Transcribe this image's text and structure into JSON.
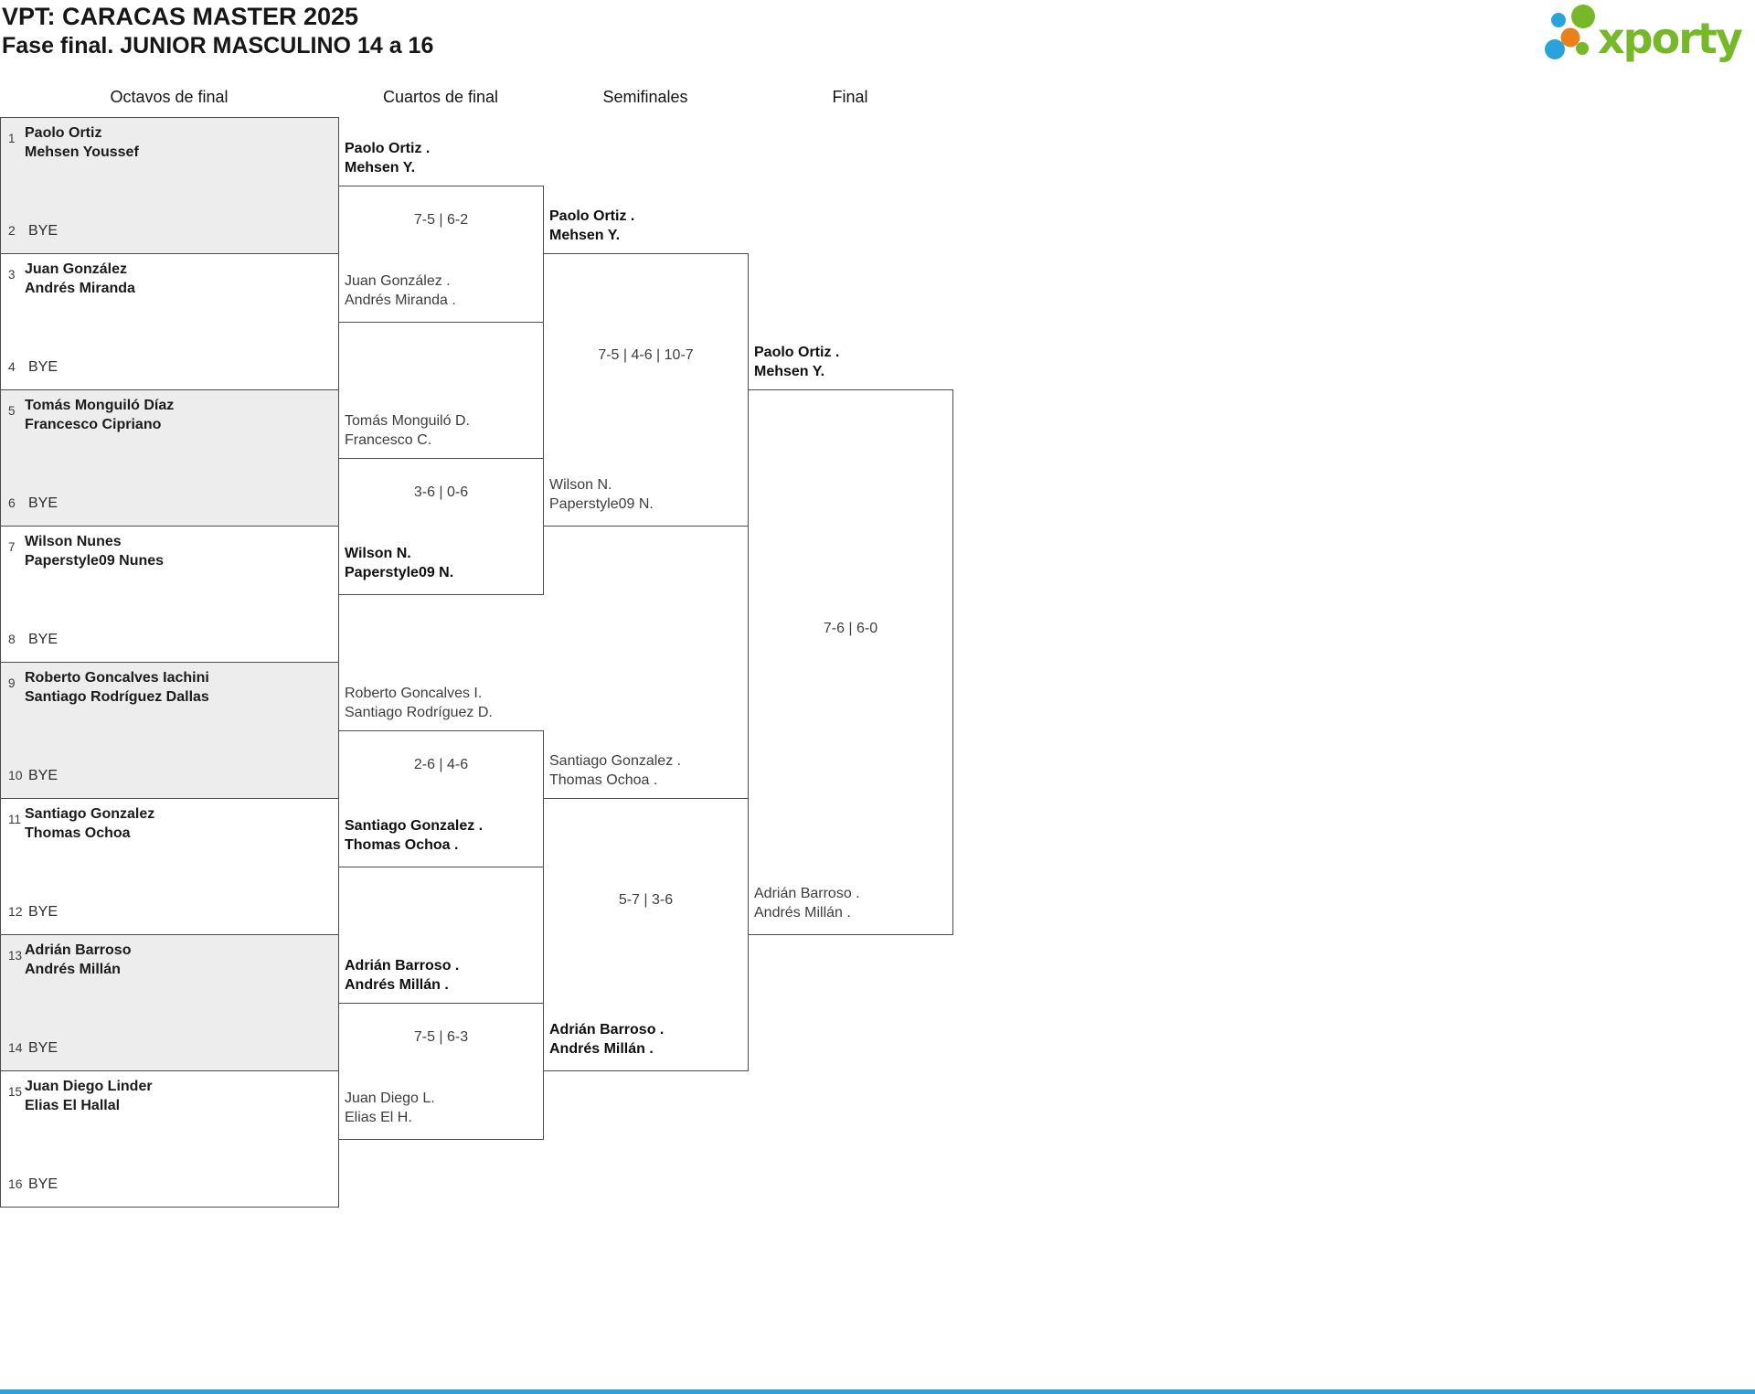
{
  "header": {
    "title": "VPT: CARACAS MASTER 2025",
    "subtitle": "Fase final. JUNIOR MASCULINO 14 a 16"
  },
  "logo": {
    "text": "xporty",
    "colors": {
      "green": "#76b82a",
      "blue": "#29a4db",
      "orange": "#e8811c"
    }
  },
  "rounds_headers": [
    "Octavos de final",
    "Cuartos de final",
    "Semifinales",
    "Final"
  ],
  "bracket": {
    "octavos": [
      {
        "seed": "1",
        "team_lines": [
          "Paolo Ortiz",
          "Mehsen Youssef"
        ],
        "bye": {
          "seed": "2",
          "label": "BYE"
        },
        "shaded": true
      },
      {
        "seed": "3",
        "team_lines": [
          "Juan González",
          "Andrés Miranda"
        ],
        "bye": {
          "seed": "4",
          "label": "BYE"
        },
        "shaded": false
      },
      {
        "seed": "5",
        "team_lines": [
          "Tomás Monguiló Díaz",
          "Francesco Cipriano"
        ],
        "bye": {
          "seed": "6",
          "label": "BYE"
        },
        "shaded": true
      },
      {
        "seed": "7",
        "team_lines": [
          "Wilson Nunes",
          "Paperstyle09 Nunes"
        ],
        "bye": {
          "seed": "8",
          "label": "BYE"
        },
        "shaded": false
      },
      {
        "seed": "9",
        "team_lines": [
          "Roberto Goncalves Iachini",
          "Santiago Rodríguez Dallas"
        ],
        "bye": {
          "seed": "10",
          "label": "BYE"
        },
        "shaded": true
      },
      {
        "seed": "11",
        "team_lines": [
          "Santiago Gonzalez",
          "Thomas Ochoa"
        ],
        "bye": {
          "seed": "12",
          "label": "BYE"
        },
        "shaded": false
      },
      {
        "seed": "13",
        "team_lines": [
          "Adrián Barroso",
          "Andrés Millán"
        ],
        "bye": {
          "seed": "14",
          "label": "BYE"
        },
        "shaded": true
      },
      {
        "seed": "15",
        "team_lines": [
          "Juan Diego Linder",
          "Elias El Hallal"
        ],
        "bye": {
          "seed": "16",
          "label": "BYE"
        },
        "shaded": false
      }
    ],
    "cuartos": [
      {
        "team_a": {
          "lines": [
            "Paolo Ortiz .",
            "Mehsen Y."
          ],
          "winner": true
        },
        "team_b": {
          "lines": [
            "Juan González .",
            "Andrés Miranda ."
          ],
          "winner": false
        },
        "score": "7-5 | 6-2"
      },
      {
        "team_a": {
          "lines": [
            "Tomás Monguiló D.",
            "Francesco C."
          ],
          "winner": false
        },
        "team_b": {
          "lines": [
            "Wilson N.",
            "Paperstyle09 N."
          ],
          "winner": true
        },
        "score": "3-6 | 0-6"
      },
      {
        "team_a": {
          "lines": [
            "Roberto Goncalves I.",
            "Santiago Rodríguez D."
          ],
          "winner": false
        },
        "team_b": {
          "lines": [
            "Santiago Gonzalez .",
            "Thomas Ochoa ."
          ],
          "winner": true
        },
        "score": "2-6 | 4-6"
      },
      {
        "team_a": {
          "lines": [
            "Adrián Barroso .",
            "Andrés Millán ."
          ],
          "winner": true
        },
        "team_b": {
          "lines": [
            "Juan Diego L.",
            "Elias El H."
          ],
          "winner": false
        },
        "score": "7-5 | 6-3"
      }
    ],
    "semifinales": [
      {
        "team_a": {
          "lines": [
            "Paolo Ortiz .",
            "Mehsen Y."
          ],
          "winner": true
        },
        "team_b": {
          "lines": [
            "Wilson N.",
            "Paperstyle09 N."
          ],
          "winner": false
        },
        "score": "7-5 | 4-6 | 10-7"
      },
      {
        "team_a": {
          "lines": [
            "Santiago Gonzalez .",
            "Thomas Ochoa ."
          ],
          "winner": false
        },
        "team_b": {
          "lines": [
            "Adrián Barroso .",
            "Andrés Millán ."
          ],
          "winner": true
        },
        "score": "5-7 | 3-6"
      }
    ],
    "final": [
      {
        "team_a": {
          "lines": [
            "Paolo Ortiz .",
            "Mehsen Y."
          ],
          "winner": true
        },
        "team_b": {
          "lines": [
            "Adrián Barroso .",
            "Andrés Millán ."
          ],
          "winner": false
        },
        "score": "7-6 | 6-0"
      }
    ]
  }
}
